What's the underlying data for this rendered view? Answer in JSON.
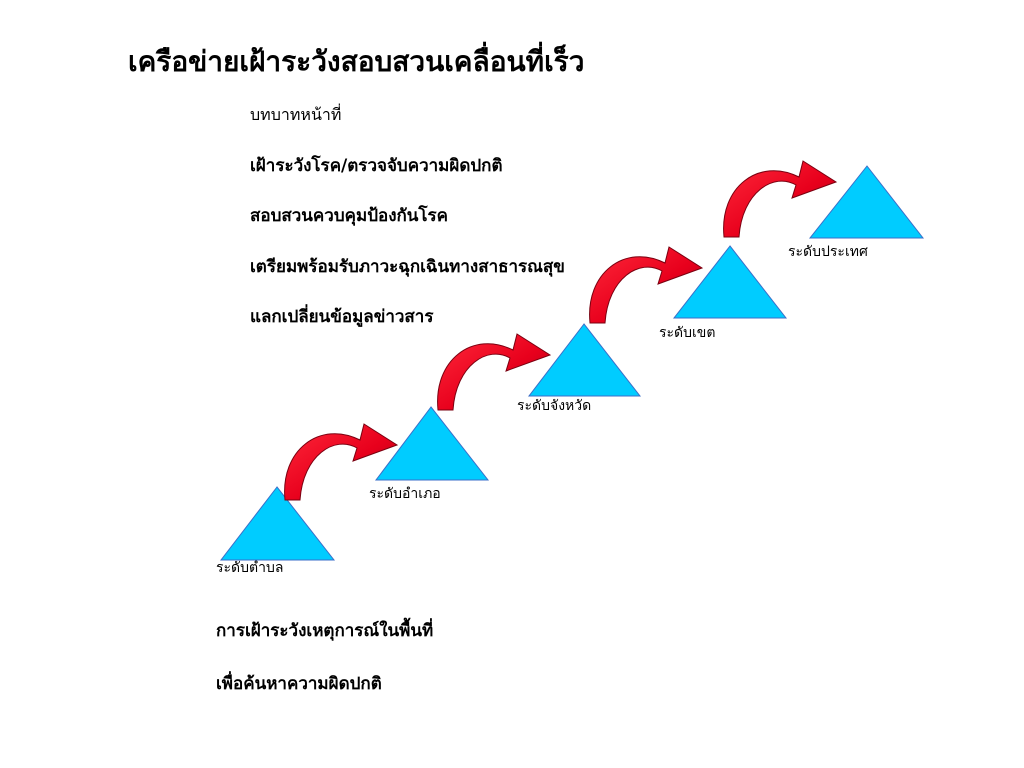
{
  "title": "เครือข่ายเฝ้าระวังสอบสวนเคลื่อนที่เร็ว",
  "roles": {
    "heading": "บทบาทหน้าที่",
    "items": [
      "เฝ้าระวังโรค/ตรวจจับความผิดปกติ",
      "สอบสวนควบคุมป้องกันโรค",
      "เตรียมพร้อมรับภาวะฉุกเฉินทางสาธารณสุข",
      "แลกเปลี่ยนข้อมูลข่าวสาร"
    ]
  },
  "levels": [
    {
      "label": "ระดับตำบล"
    },
    {
      "label": "ระดับอำเภอ"
    },
    {
      "label": "ระดับจังหวัด"
    },
    {
      "label": "ระดับเขต"
    },
    {
      "label": "ระดับประเทศ"
    }
  ],
  "bottom_notes": [
    "การเฝ้าระวังเหตุการณ์ในพื้นที่",
    "เพื่อค้นหาความผิดปกติ"
  ],
  "colors": {
    "triangle_fill": "#00CCFF",
    "triangle_stroke": "#3A6EC8",
    "arrow_fill": "#E8001C",
    "arrow_stroke": "#7A0010"
  }
}
